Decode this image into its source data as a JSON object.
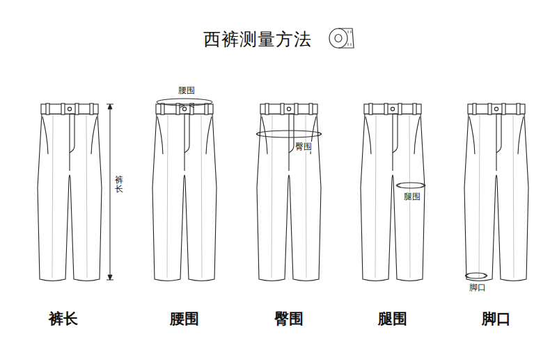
{
  "diagram": {
    "title": "西裤测量方法",
    "labels": [
      "裤长",
      "腰围",
      "臀围",
      "腿围",
      "脚口",
      "裤长",
      "腰围",
      "臀围",
      "腿围",
      "脚口"
    ]
  }
}
